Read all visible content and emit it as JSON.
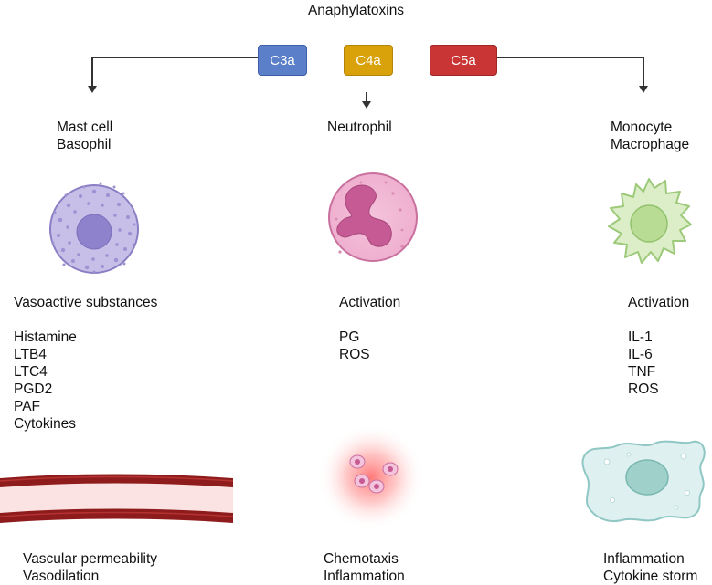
{
  "title": "Anaphylatoxins",
  "badges": [
    {
      "label": "C3a",
      "color": "#5b7fc9"
    },
    {
      "label": "C4a",
      "color": "#d9a20a"
    },
    {
      "label": "C5a",
      "color": "#c93434"
    }
  ],
  "columns": [
    {
      "cell_name": [
        "Mast cell",
        "Basophil"
      ],
      "heading": "Vasoactive substances",
      "mediators": [
        "Histamine",
        "LTB4",
        "LTC4",
        "PGD2",
        "PAF",
        "Cytokines"
      ],
      "outcomes": [
        "Vascular permeability",
        "Vasodilation"
      ]
    },
    {
      "cell_name": [
        "Neutrophil"
      ],
      "heading": "Activation",
      "mediators": [
        "PG",
        "ROS"
      ],
      "outcomes": [
        "Chemotaxis",
        "Inflammation"
      ]
    },
    {
      "cell_name": [
        "Monocyte",
        "Macrophage"
      ],
      "heading": "Activation",
      "mediators": [
        "IL-1",
        "IL-6",
        "TNF",
        "ROS"
      ],
      "outcomes": [
        "Inflammation",
        "Cytokine storm"
      ]
    }
  ]
}
